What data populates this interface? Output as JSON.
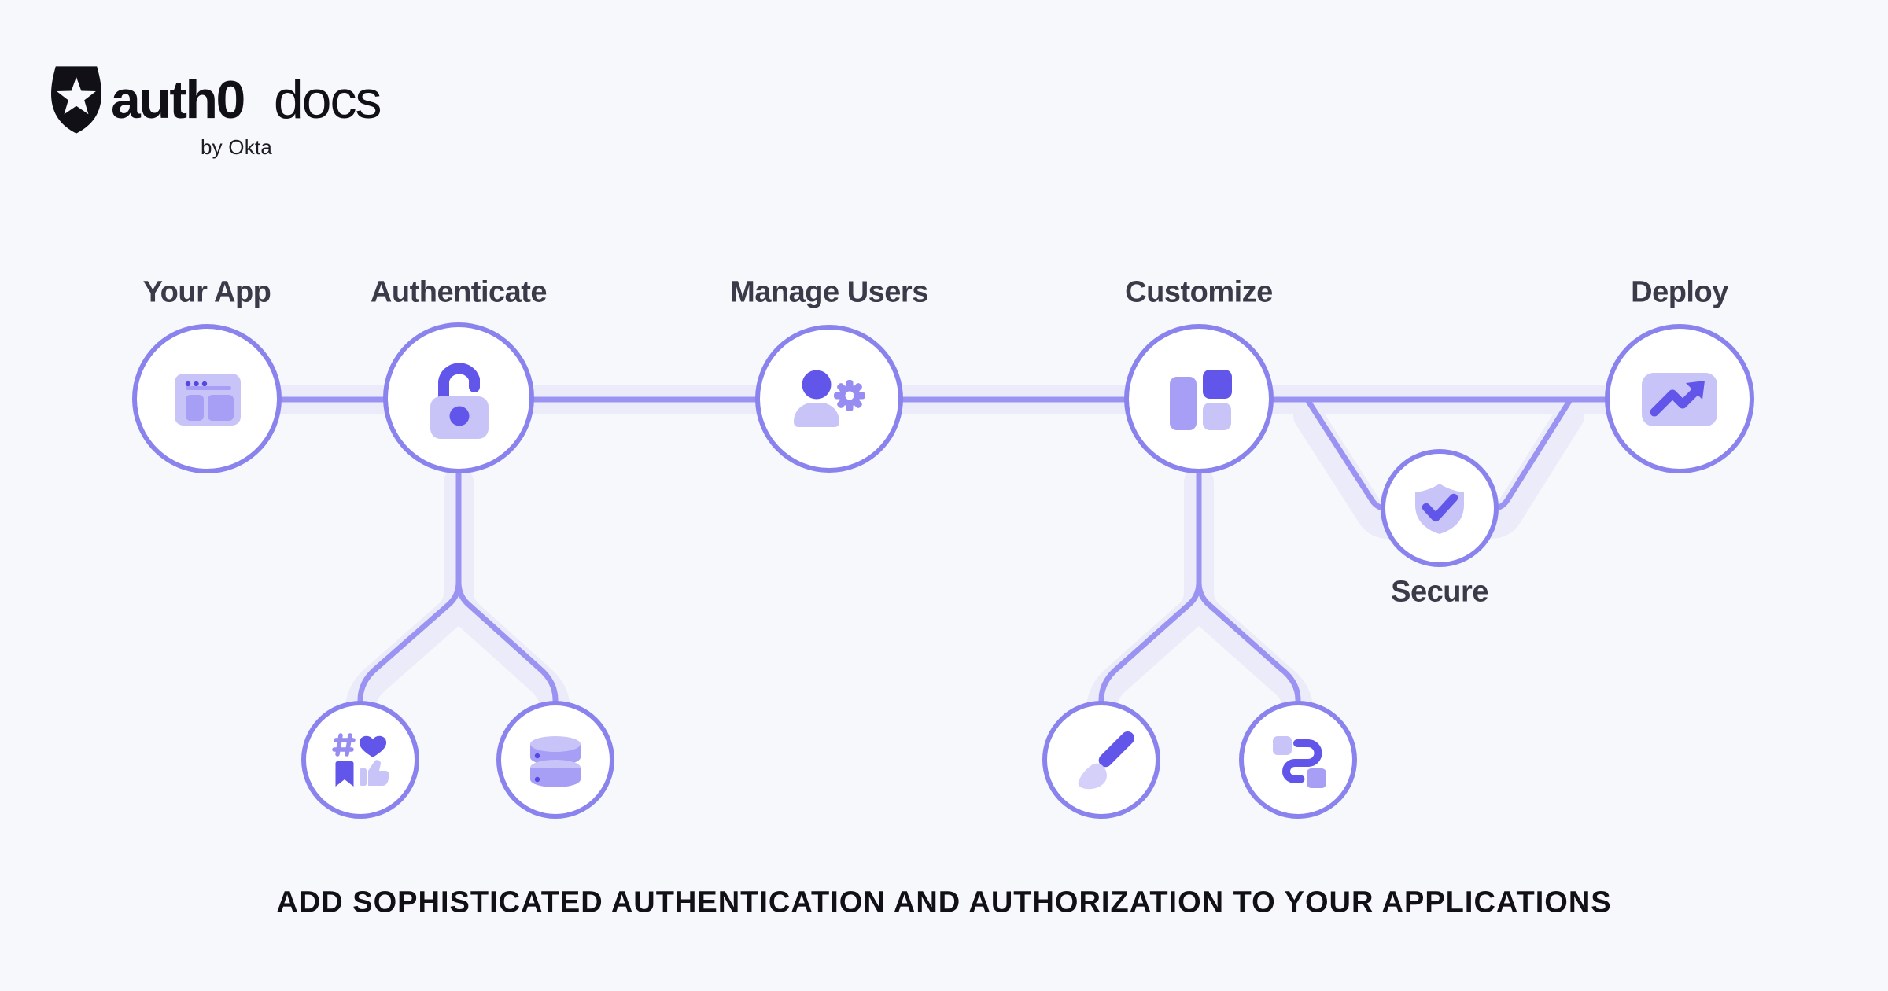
{
  "logo": {
    "brand": "auth0",
    "product": "docs",
    "byline": "by Okta",
    "mark": "auth0-shield-star-logo"
  },
  "diagram": {
    "main_nodes": [
      {
        "label": "Your App",
        "icon": "browser-window-icon"
      },
      {
        "label": "Authenticate",
        "icon": "unlock-icon",
        "children": [
          "social-engagement-icon",
          "database-icon"
        ]
      },
      {
        "label": "Manage Users",
        "icon": "user-gear-icon"
      },
      {
        "label": "Customize",
        "icon": "layout-blocks-icon",
        "children": [
          "paintbrush-icon",
          "workflow-route-icon"
        ]
      },
      {
        "label": "Deploy",
        "icon": "trend-up-chart-icon"
      }
    ],
    "detour_node": {
      "label": "Secure",
      "icon": "shield-check-icon"
    }
  },
  "tagline": "ADD SOPHISTICATED AUTHENTICATION AND AUTHORIZATION TO YOUR APPLICATIONS",
  "colors": {
    "c-bg": "#f7f8fb",
    "c-border": "#8a83ee",
    "c-line": "#9b93f2",
    "c-band": "#ecebfa",
    "c-strong": "#6156e9",
    "c-deep": "#5348e2",
    "c-med": "#a79ef5",
    "c-medv": "#968cf2",
    "c-light": "#c9c4f8",
    "c-lighter": "#d4d0fa",
    "c-label": "#3a3a49",
    "c-dark": "#101016"
  }
}
